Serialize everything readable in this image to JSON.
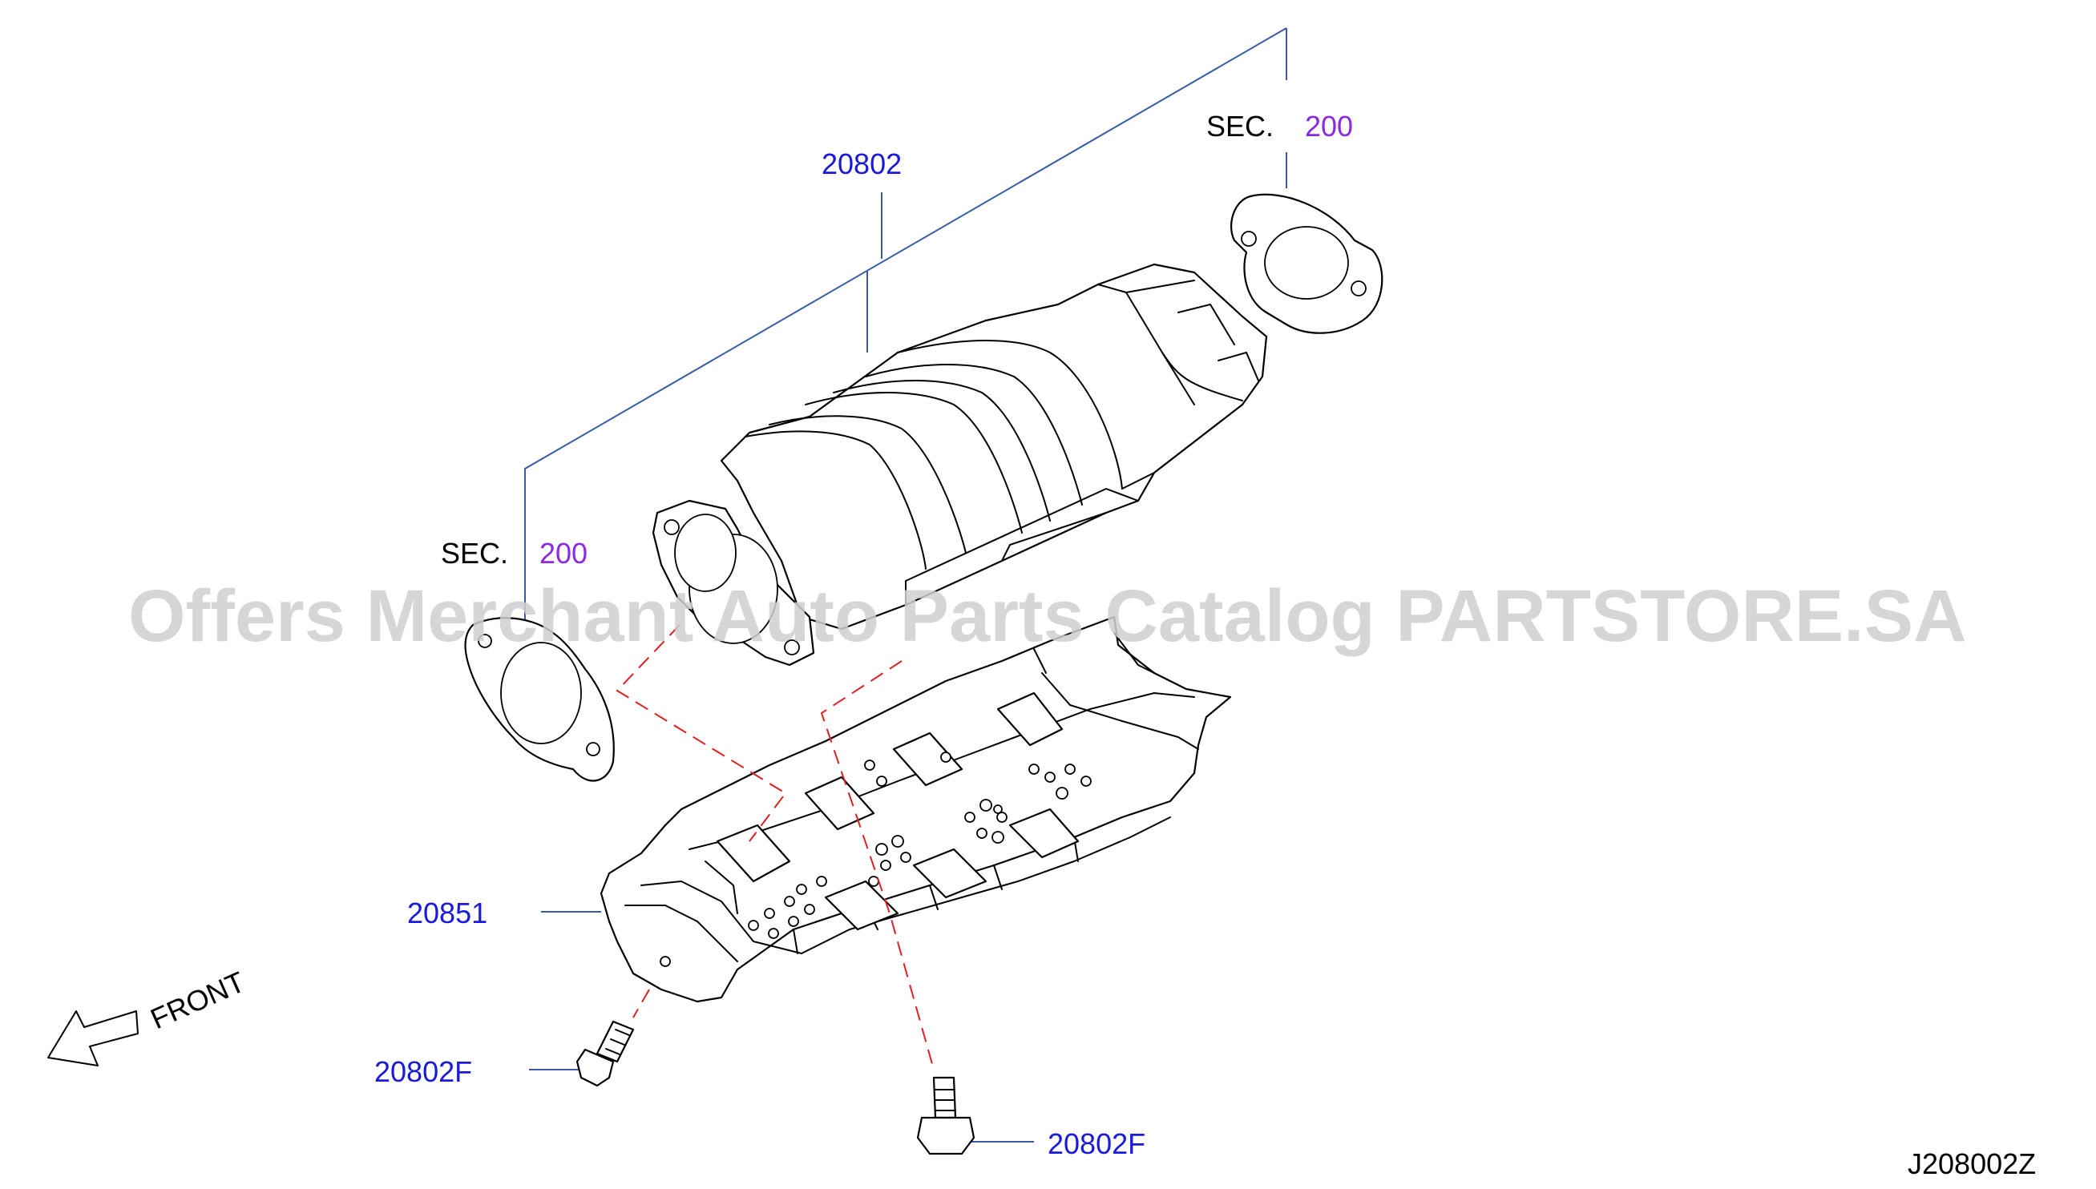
{
  "diagram": {
    "part_labels": {
      "converter": "20802",
      "heat_shield": "20851",
      "bolt_left": "20802F",
      "bolt_right": "20802F"
    },
    "section_refs": {
      "upper": {
        "prefix": "SEC.",
        "number": "200"
      },
      "lower": {
        "prefix": "SEC.",
        "number": "200"
      }
    },
    "direction": "FRONT",
    "figure_code": "J208002Z",
    "watermark": "Offers Merchant Auto Parts Catalog PARTSTORE.SA"
  },
  "colors": {
    "part_code": "#1a1adc",
    "section_number": "#8a2be2",
    "leader": "#3a5aa8",
    "dashed_guide": "#e02020",
    "watermark": "#cfcfcf"
  }
}
